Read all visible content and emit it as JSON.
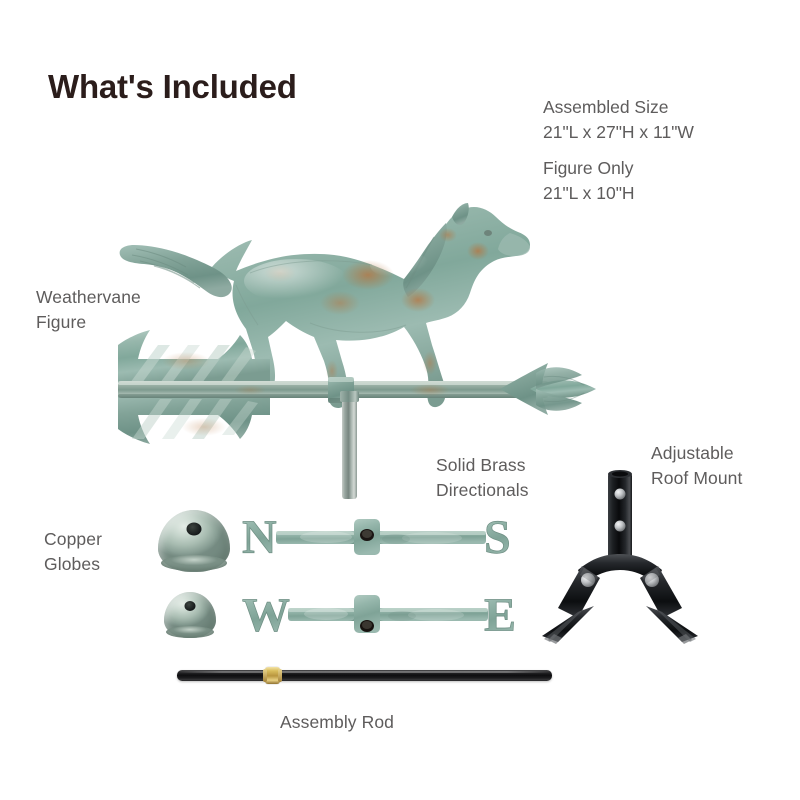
{
  "page": {
    "title": "What's Included",
    "background_color": "#ffffff",
    "title_color": "#2b1d1b",
    "label_color": "#5e5c5c",
    "verdigris_color": "#8fb0a6",
    "patina_rust_color": "#b5743c",
    "metal_black_color": "#16181a",
    "brass_color": "#c9a84d"
  },
  "specs": [
    {
      "name": "assembled-size",
      "heading": "Assembled Size",
      "value": "21\"L x 27\"H x 11\"W"
    },
    {
      "name": "figure-only",
      "heading": "Figure Only",
      "value": "21\"L x 10\"H"
    }
  ],
  "callouts": {
    "weathervane_figure": {
      "line1": "Weathervane",
      "line2": "Figure"
    },
    "copper_globes": {
      "line1": "Copper",
      "line2": "Globes"
    },
    "solid_brass_directionals": {
      "line1": "Solid Brass",
      "line2": "Directionals"
    },
    "adjustable_roof_mount": {
      "line1": "Adjustable",
      "line2": "Roof Mount"
    },
    "assembly_rod": {
      "line1": "Assembly Rod"
    }
  },
  "directionals": {
    "north_south": {
      "left_letter": "N",
      "right_letter": "S"
    },
    "west_east": {
      "left_letter": "W",
      "right_letter": "E"
    }
  },
  "parts": [
    {
      "name": "weathervane-figure",
      "label": "Horse weathervane figure with arrow"
    },
    {
      "name": "copper-globe-large",
      "label": "Large copper globe"
    },
    {
      "name": "copper-globe-small",
      "label": "Small copper globe"
    },
    {
      "name": "directional-north-south",
      "label": "N-S directional"
    },
    {
      "name": "directional-west-east",
      "label": "W-E directional"
    },
    {
      "name": "adjustable-roof-mount",
      "label": "Adjustable roof mount bracket"
    },
    {
      "name": "assembly-rod",
      "label": "Black assembly rod with brass collar"
    }
  ]
}
